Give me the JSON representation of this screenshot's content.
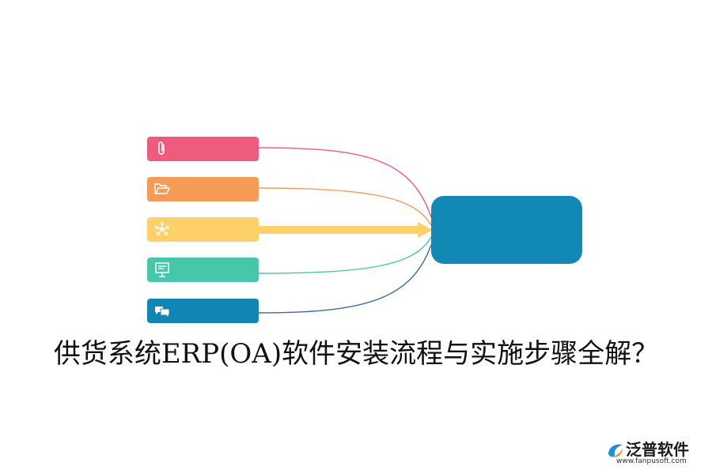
{
  "title": "供货系统ERP(OA)软件安装流程与实施步骤全解？",
  "hub": {
    "color": "#1289b5"
  },
  "items": [
    {
      "icon": "paperclip-icon",
      "color": "#ef5b7d"
    },
    {
      "icon": "folder-open-icon",
      "color": "#f59a57"
    },
    {
      "icon": "network-icon",
      "color": "#fdd06a"
    },
    {
      "icon": "presentation-board-icon",
      "color": "#46c6aa"
    },
    {
      "icon": "chat-bubbles-icon",
      "color": "#1286b2"
    }
  ],
  "logo": {
    "brand": "泛普软件",
    "url": "www.fanpusoft.com",
    "accent": "#1c8fd6"
  }
}
